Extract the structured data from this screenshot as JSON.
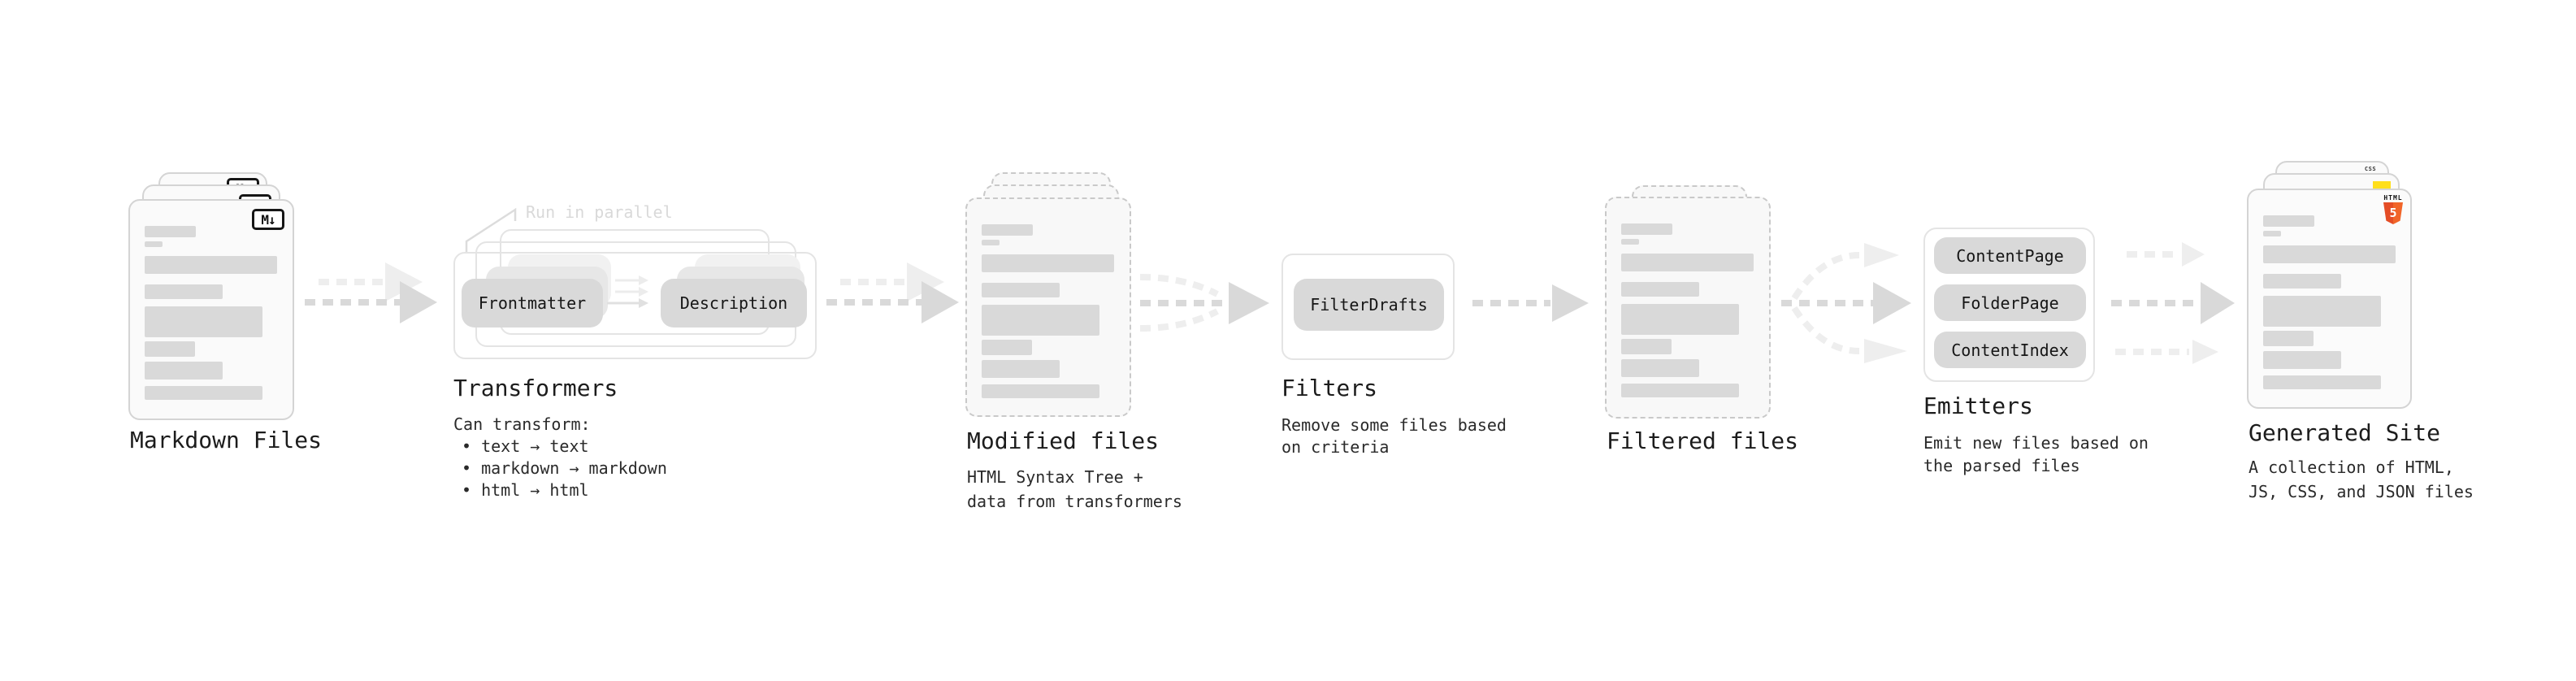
{
  "markdown": {
    "label": "Markdown Files"
  },
  "transformers": {
    "label": "Transformers",
    "annotation": "Run in parallel",
    "pill1": "Frontmatter",
    "pill2": "Description",
    "line1": "Can transform:",
    "line2": "• text → text",
    "line3": "• markdown → markdown",
    "line4": "• html → html"
  },
  "modified": {
    "label": "Modified files",
    "line1": "HTML Syntax Tree +",
    "line2": "data from transformers"
  },
  "filters": {
    "label": "Filters",
    "pill": "FilterDrafts",
    "line1": "Remove some files based",
    "line2": "on criteria"
  },
  "filtered": {
    "label": "Filtered files"
  },
  "emitters": {
    "label": "Emitters",
    "pill1": "ContentPage",
    "pill2": "FolderPage",
    "pill3": "ContentIndex",
    "line1": "Emit new files based on",
    "line2": "the parsed files"
  },
  "generated": {
    "label": "Generated Site",
    "line1": "A collection of HTML,",
    "line2": "JS, CSS, and JSON files"
  },
  "icons": {
    "markdown": "M↓",
    "html_label": "HTML",
    "html_number": "5",
    "css": "CSS"
  },
  "colors": {
    "page_bg": "#ffffff",
    "card_bg": "#fafafa",
    "card_border": "#d4d4d4",
    "dashed_border": "#c9c9c9",
    "bar": "#d9d9d9",
    "pill_bg": "#d9d9d9",
    "pill_ghost1": "#e7e7e7",
    "pill_ghost2": "#f1f1f1",
    "box_border": "#e4e4e4",
    "arrow": "#d9d9d9",
    "arrow_light": "#eeeeee",
    "text": "#1c1c1c",
    "text_muted": "#d9d9d9",
    "html5_orange": "#e44d26",
    "js_yellow": "#ffdf1c",
    "css_blue": "#2965f1"
  }
}
